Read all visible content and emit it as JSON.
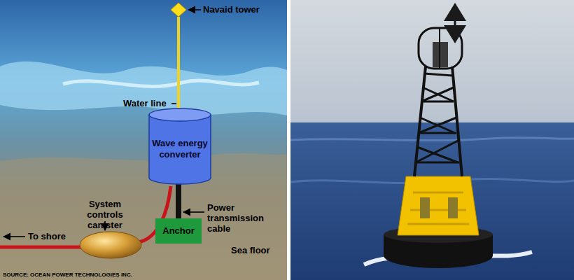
{
  "diagram": {
    "nodes": [
      {
        "text": [
          "Wave energy converter"
        ]
      },
      {
        "text": [
          "Anchor"
        ]
      }
    ],
    "labels": [
      "Navaid tower",
      "Water line",
      "System controls canister",
      "Power transmission cable",
      "To shore",
      "Sea floor",
      "SOURCE: OCEAN POWER TECHNOLOGIES INC."
    ]
  }
}
